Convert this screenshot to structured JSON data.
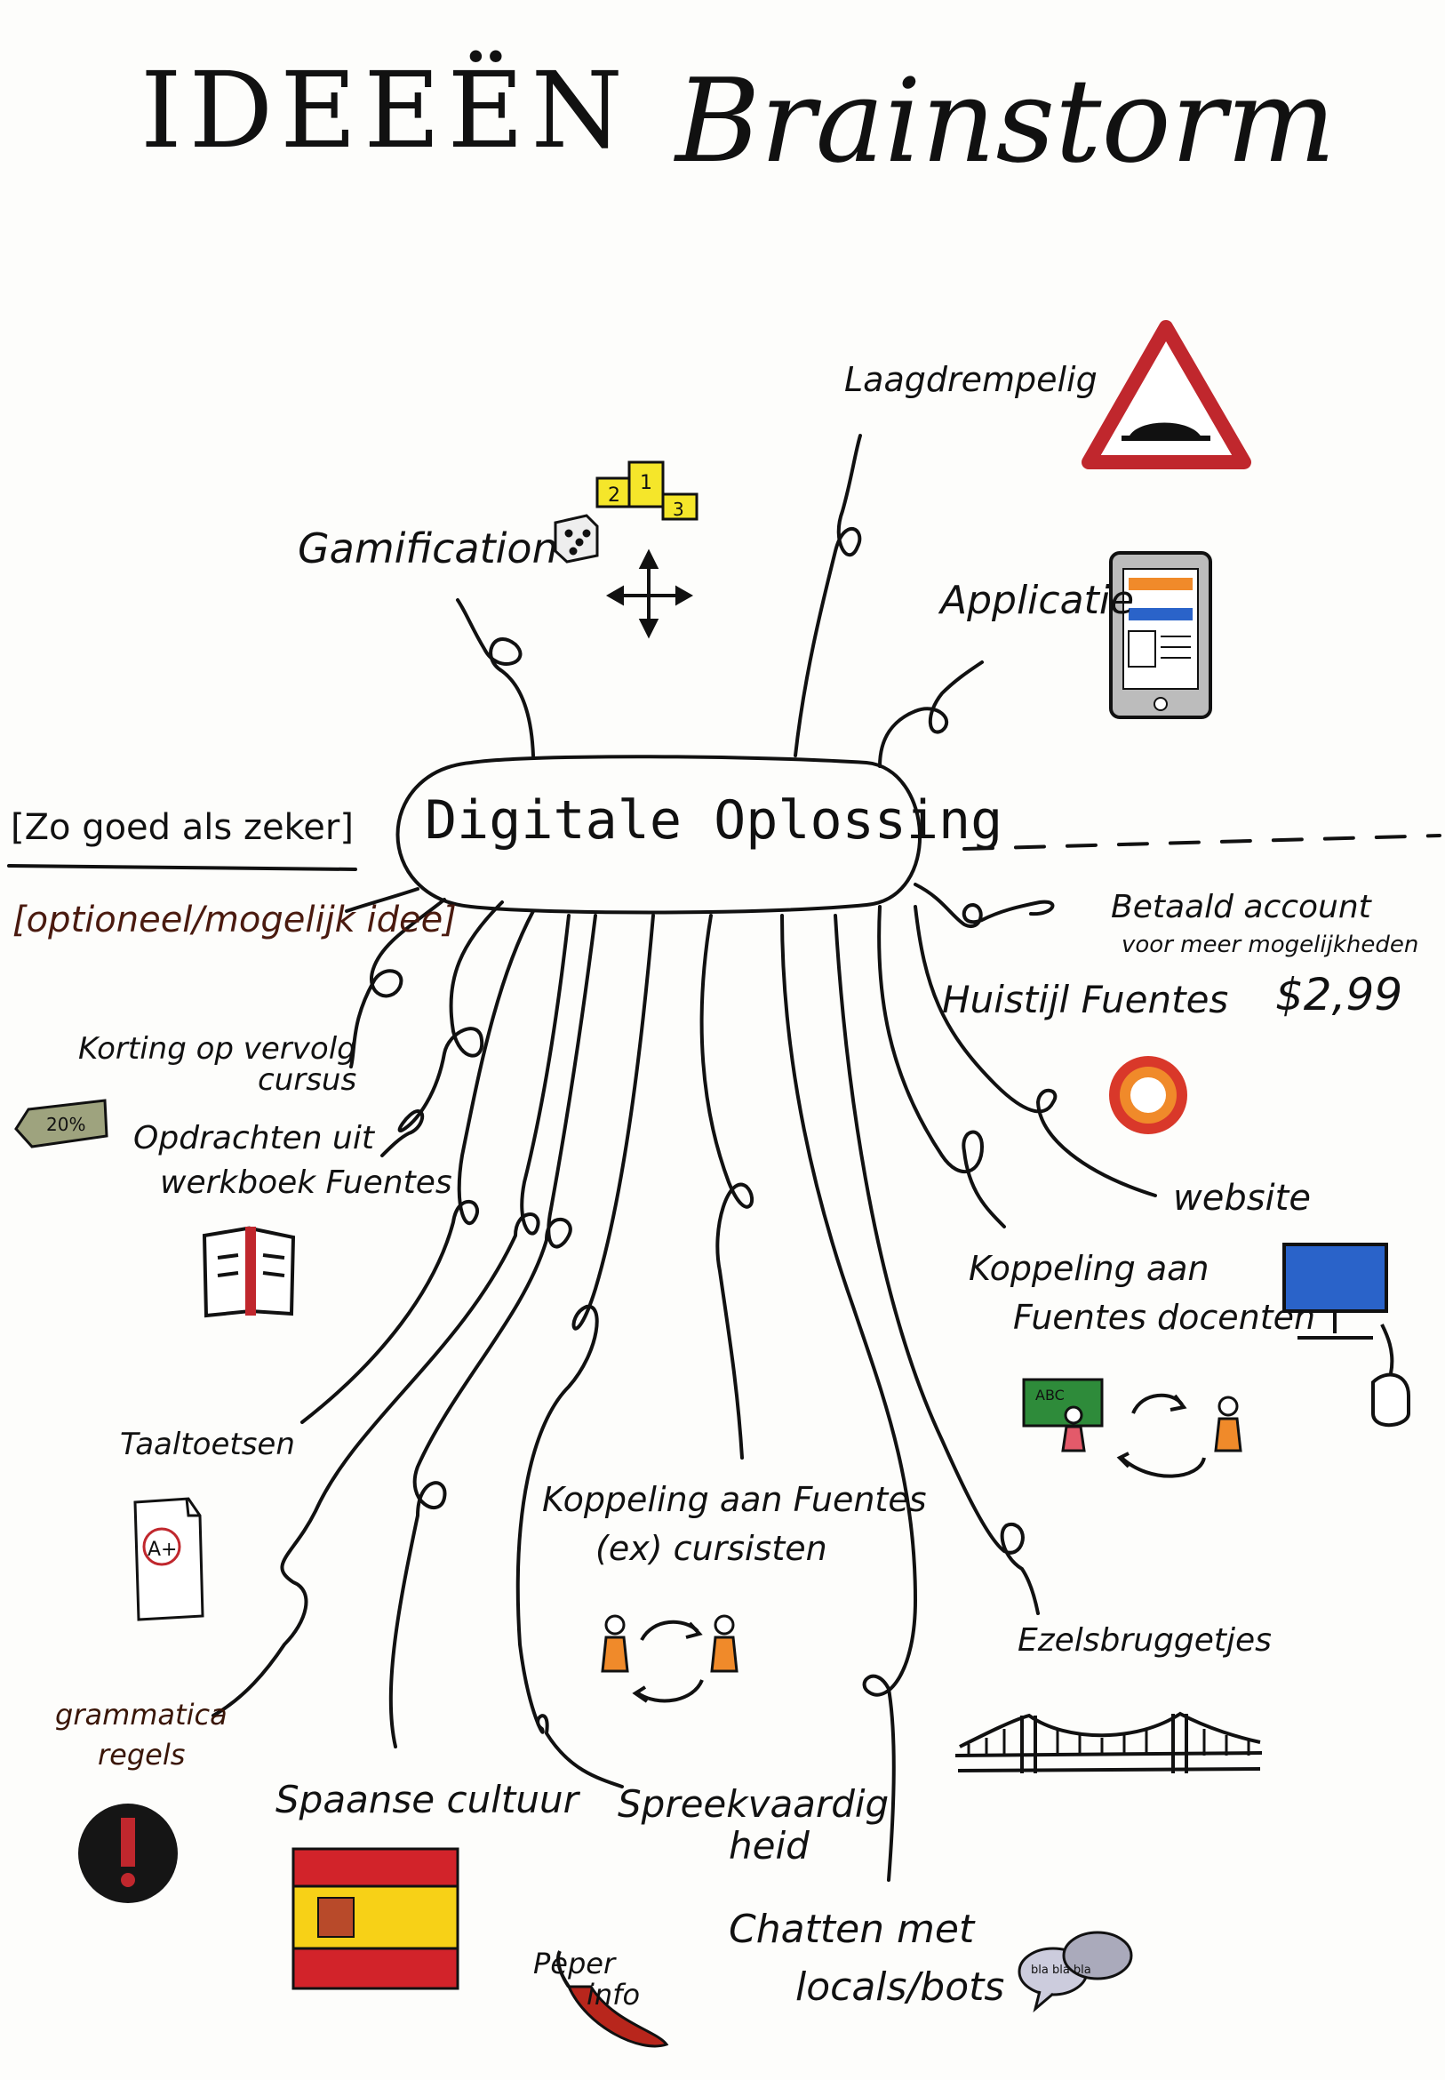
{
  "title": {
    "word1": "IDEEËN",
    "word2": "Brainstorm"
  },
  "center": {
    "label": "Digitale Oplossing"
  },
  "legend": {
    "certain": "[Zo goed als zeker]",
    "optional": "[optioneel/mogelijk idee]"
  },
  "ideas": {
    "laagdrempelig": "Laagdrempelig",
    "gamification": "Gamification",
    "applicatie": "Applicatie",
    "betaald_line1": "Betaald account",
    "betaald_line2": "voor meer mogelijkheden",
    "price": "$2,99",
    "huisstijl": "Huistijl Fuentes",
    "website": "website",
    "korting_line1": "Korting op vervolg",
    "korting_line2": "cursus",
    "korting_badge": "20%",
    "opdrachten_line1": "Opdrachten uit",
    "opdrachten_line2": "werkboek Fuentes",
    "koppeling_docenten_line1": "Koppeling aan",
    "koppeling_docenten_line2": "Fuentes docenten",
    "docenten_board": "ABC",
    "taaltoetsen": "Taaltoetsen",
    "toets_grade": "A+",
    "koppeling_cursisten_line1": "Koppeling aan Fuentes",
    "koppeling_cursisten_line2": "(ex) cursisten",
    "ezelsbruggetjes": "Ezelsbruggetjes",
    "grammatica_line1": "grammatica",
    "grammatica_line2": "regels",
    "spaanse_cultuur": "Spaanse cultuur",
    "spreekvaardig_line1": "Spreekvaardig",
    "spreekvaardig_line2": "heid",
    "chatten_line1": "Chatten met",
    "chatten_line2": "locals/bots",
    "peper_line1": "Peper",
    "peper_line2": "info",
    "chat_bubble": "bla bla bla"
  },
  "podium": {
    "first": "1",
    "second": "2",
    "third": "3"
  },
  "colors": {
    "ink": "#111111",
    "warning_red": "#c0272d",
    "orange": "#f08a2a",
    "spain_red": "#d2232a",
    "spain_yellow": "#f7d117",
    "screen_blue": "#2a63c9",
    "podium_yellow": "#f5e62a",
    "chalk_green": "#2e8b3a",
    "pepper_red": "#b8261c"
  },
  "icons": [
    "warning-sign-icon",
    "podium-icon",
    "dice-icon",
    "move-arrows-icon",
    "tablet-icon",
    "sun-logo-icon",
    "monitor-icon",
    "mouse-icon",
    "discount-tag-icon",
    "open-book-icon",
    "chalkboard-teacher-icon",
    "exchange-arrows-icon",
    "test-paper-icon",
    "person-icon",
    "bridge-icon",
    "exclamation-circle-icon",
    "spain-flag-icon",
    "chili-pepper-icon",
    "speech-bubbles-icon"
  ]
}
